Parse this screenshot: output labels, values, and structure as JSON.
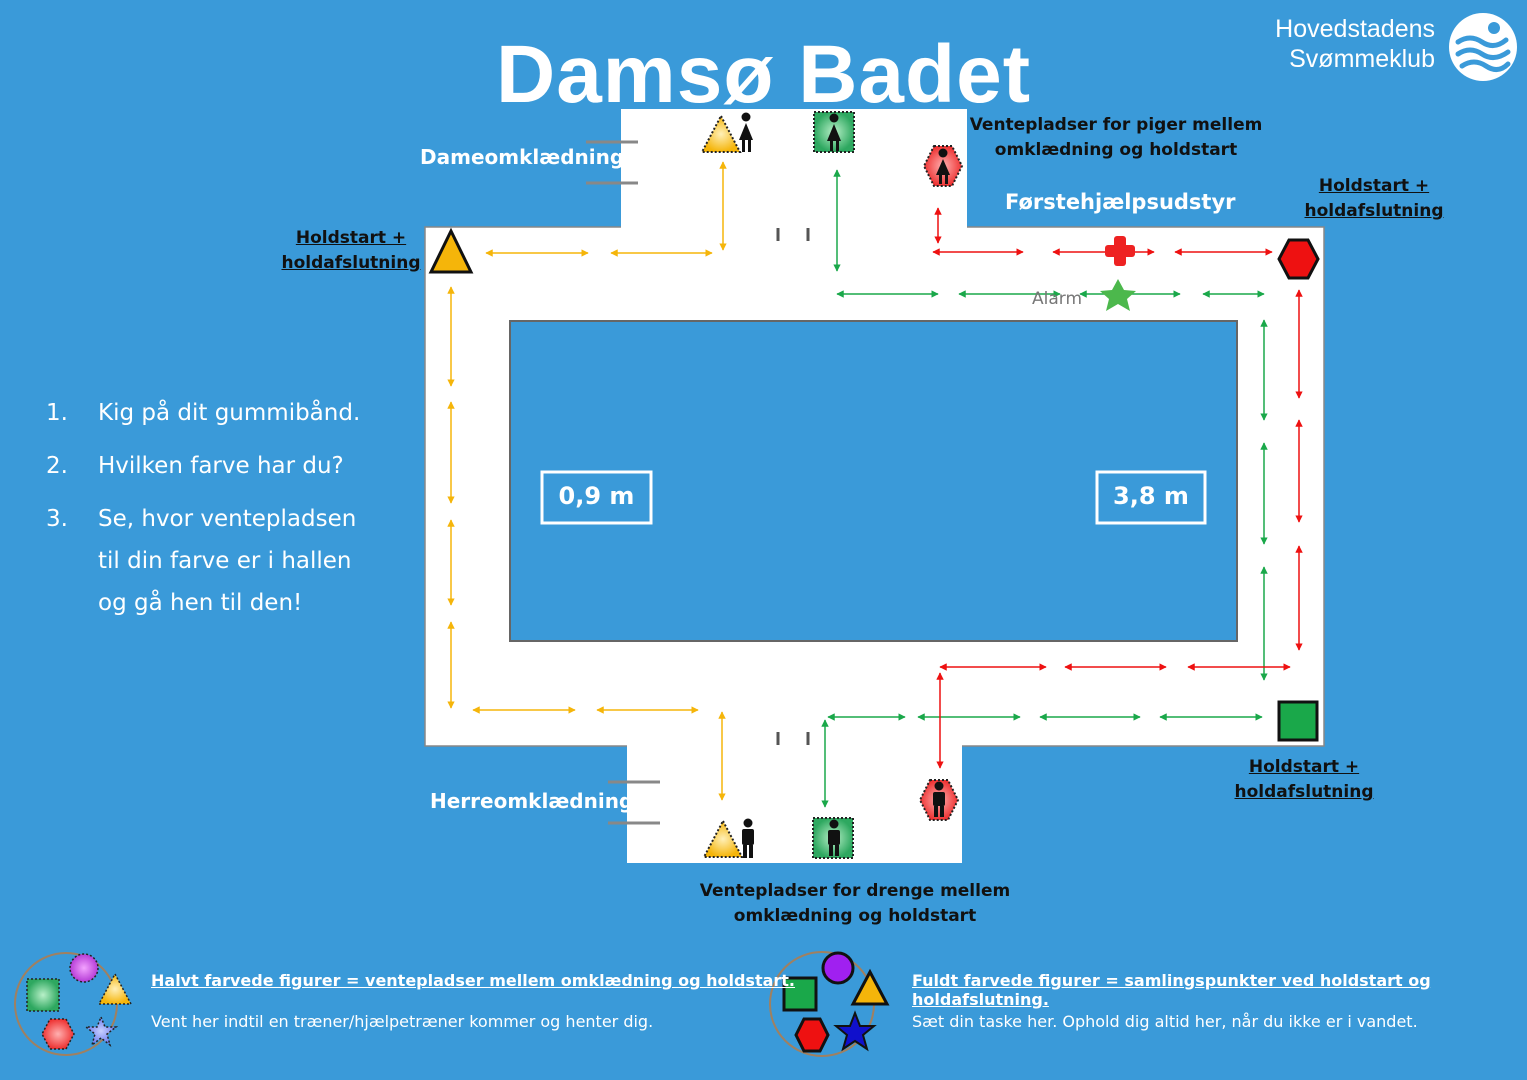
{
  "title": "Damsø Badet",
  "logo": {
    "line1": "Hovedstadens",
    "line2": "Svømmeklub",
    "icon": "swimmer-logo-icon"
  },
  "labels": {
    "dame": "Dameomklædning",
    "herre": "Herreomklædning",
    "first_aid": "Førstehjælpsudstyr",
    "alarm": "Alarm",
    "depth_shallow": "0,9 m",
    "depth_deep": "3,8 m",
    "wait_girls": [
      "Ventepladser for piger mellem",
      "omklædning og holdstart"
    ],
    "wait_boys": [
      "Ventepladser for drenge mellem",
      "omklædning og holdstart"
    ],
    "holdstart_line1": "Holdstart +",
    "holdstart_line2": "holdafslutning"
  },
  "steps": [
    {
      "num": "1.",
      "text": "Kig på dit gummibånd."
    },
    {
      "num": "2.",
      "text": "Hvilken farve har du?"
    },
    {
      "num": "3.",
      "text": "Se, hvor ventepladsen til din farve er i hallen og gå hen til den!"
    }
  ],
  "legend": {
    "half_title": "Halvt farvede figurer = ventepladser mellem omklædning og holdstart.",
    "half_desc": "Vent her indtil en træner/hjælpetræner kommer og henter dig.",
    "full_title": "Fuldt farvede figurer = samlingspunkter ved holdstart og holdafslutning.",
    "full_desc": "Sæt din taske her. Ophold dig altid her, når du ikke er i vandet."
  },
  "colors": {
    "background": "#3a9ad9",
    "pool": "#3a9ad9",
    "yellow": "#f5b50a",
    "green": "#1aa84a",
    "red": "#ee1111",
    "purple": "#a020f0",
    "blue": "#1010cc"
  }
}
